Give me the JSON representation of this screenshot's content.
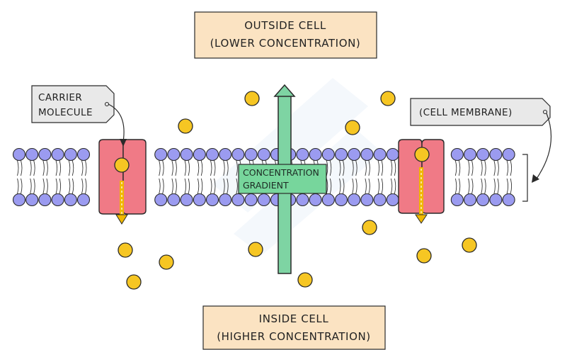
{
  "top_box": {
    "line1": "OUTSIDE  CELL",
    "line2": "(LOWER CONCENTRATION)"
  },
  "bottom_box": {
    "line1": "INSIDE  CELL",
    "line2": "(HIGHER  CONCENTRATION)"
  },
  "carrier_label": {
    "line1": "CARRIER",
    "line2": "MOLECULE"
  },
  "membrane_label": {
    "text": "(CELL  MEMBRANE)"
  },
  "gradient_label": {
    "line1": "CONCENTRATION",
    "line2": "GRADIENT"
  },
  "colors": {
    "box_fill": "#fbe3c2",
    "label_fill": "#e9e9e9",
    "phospholipid_head": "#9b9bf0",
    "protein": "#f07a86",
    "molecule": "#f6c623",
    "flow_arrow": "#f0b800",
    "gradient_arrow": "#7ed4a3",
    "gradient_label_fill": "#77d69c"
  }
}
